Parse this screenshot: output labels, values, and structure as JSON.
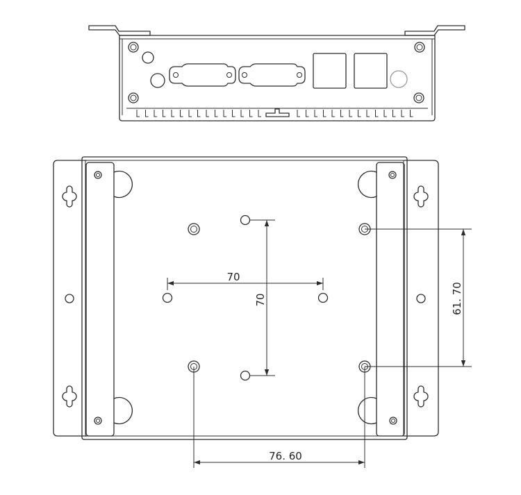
{
  "dimensions": {
    "horizontal_spacing": "70",
    "vertical_spacing": "70",
    "right_vertical_spacing": "61. 70",
    "bottom_horizontal_spacing": "76. 60"
  },
  "colors": {
    "line": "#2b2b2b",
    "background": "#ffffff",
    "faint_hole": "#9a9a9a"
  },
  "icons": [
    "db9-port-icon",
    "rj45-port-icon",
    "power-jack-icon",
    "screw-hole-icon",
    "keyhole-slot-icon"
  ]
}
